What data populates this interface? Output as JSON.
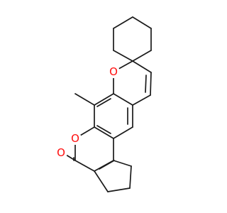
{
  "molecule": {
    "atom_labels": {
      "ring_oxygen_upper": "O",
      "ring_oxygen_lower": "O",
      "carbonyl_oxygen": "O"
    },
    "methyl_label": "",
    "colors": {
      "bond": "#1a1a1a",
      "oxygen": "#ff0d0d",
      "background": "#ffffff"
    }
  }
}
